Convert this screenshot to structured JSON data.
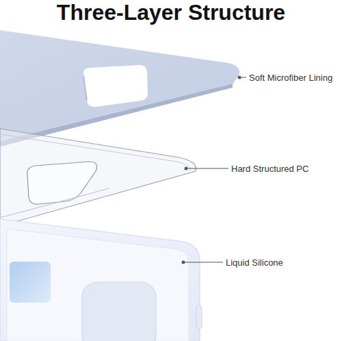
{
  "diagram": {
    "title": "Three-Layer Structure",
    "labels": [
      "Soft Microfiber Lining",
      "Hard Structured PC",
      "Liquid Silicone"
    ]
  }
}
